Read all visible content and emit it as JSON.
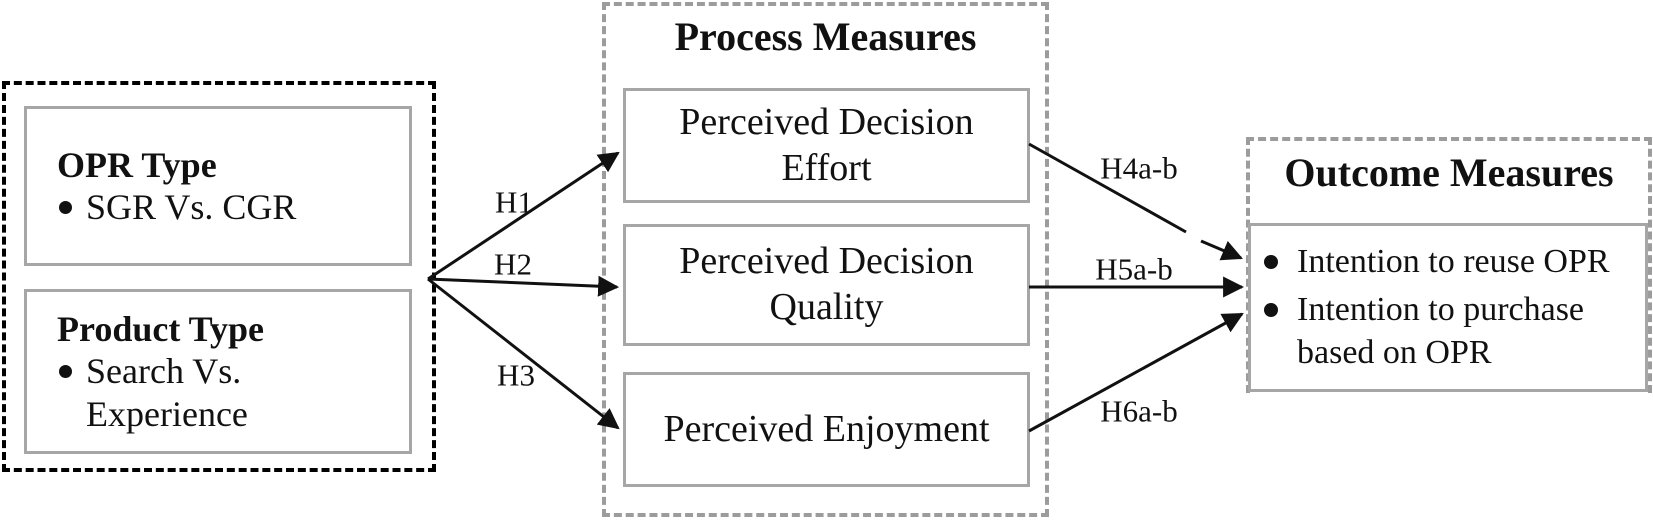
{
  "figure": {
    "input_panel": {
      "opr_box": {
        "title": "OPR Type",
        "item": "SGR Vs. CGR"
      },
      "product_box": {
        "title": "Product Type",
        "item": "Search Vs. Experience"
      }
    },
    "process_panel": {
      "title": "Process Measures",
      "effort_box": "Perceived Decision Effort",
      "quality_box": "Perceived Decision Quality",
      "enjoyment_box": "Perceived Enjoyment"
    },
    "outcome_panel": {
      "title": "Outcome Measures",
      "items": [
        "Intention to reuse OPR",
        "Intention to purchase based on OPR"
      ]
    },
    "hypothesis_labels": {
      "h1": "H1",
      "h2": "H2",
      "h3": "H3",
      "h4": "H4a-b",
      "h5": "H5a-b",
      "h6": "H6a-b"
    },
    "colors": {
      "input_panel_dash": "#000000",
      "measure_panel_dash": "#9c9c9c",
      "box_border": "#a6a6a6",
      "arrow": "#111111"
    }
  }
}
